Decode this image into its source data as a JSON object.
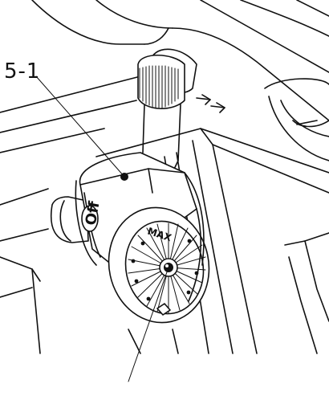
{
  "callouts": {
    "upper_label": "5-1"
  },
  "markings": {
    "off_label": "Off",
    "max_label": "MAX"
  }
}
